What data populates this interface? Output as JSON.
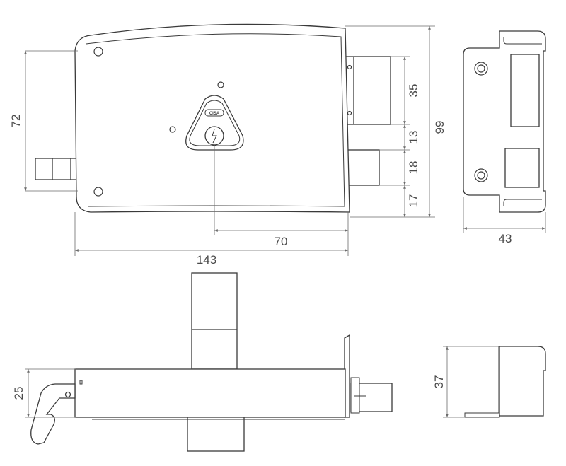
{
  "dimensions": {
    "lock_width": "143",
    "lock_height": "72",
    "cylinder_offset": "70",
    "bolt_segment_upper": "35",
    "bolt_segment_gap": "13",
    "bolt_segment_lower": "18",
    "bolt_segment_bottom": "17",
    "overall_height": "99",
    "keeper_width": "43",
    "case_depth": "25",
    "keeper_depth": "37"
  },
  "brand_mark": "CISA",
  "colors": {
    "line": "#3a3a3a",
    "dimension": "#6a6a6a",
    "background": "#ffffff"
  }
}
